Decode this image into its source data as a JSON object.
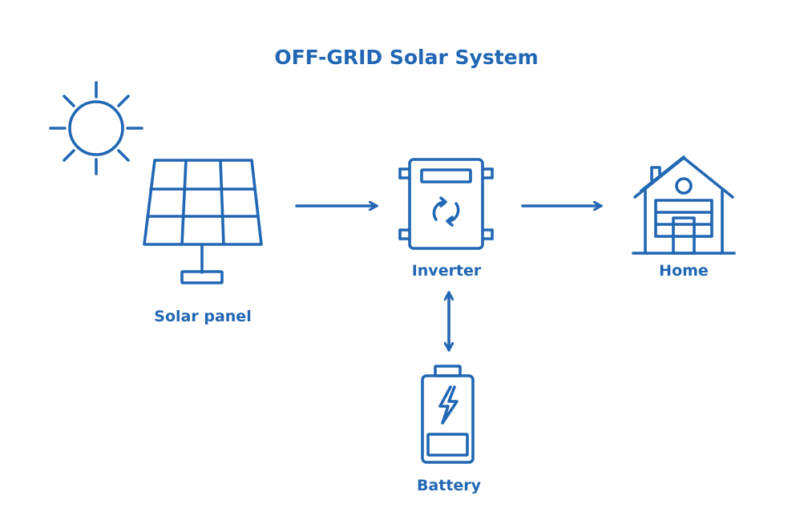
{
  "diagram": {
    "title": "OFF-GRID Solar System",
    "nodes": {
      "solar_panel": "Solar panel",
      "inverter": "Inverter",
      "home": "Home",
      "battery": "Battery"
    },
    "edges": [
      {
        "from": "solar_panel",
        "to": "inverter",
        "direction": "forward"
      },
      {
        "from": "inverter",
        "to": "home",
        "direction": "forward"
      },
      {
        "from": "inverter",
        "to": "battery",
        "direction": "both"
      }
    ],
    "icons": [
      "sun-icon",
      "solar-panel-icon",
      "inverter-icon",
      "home-icon",
      "battery-icon"
    ]
  },
  "colors": {
    "primary": "#2167b3",
    "background": "#ffffff"
  }
}
